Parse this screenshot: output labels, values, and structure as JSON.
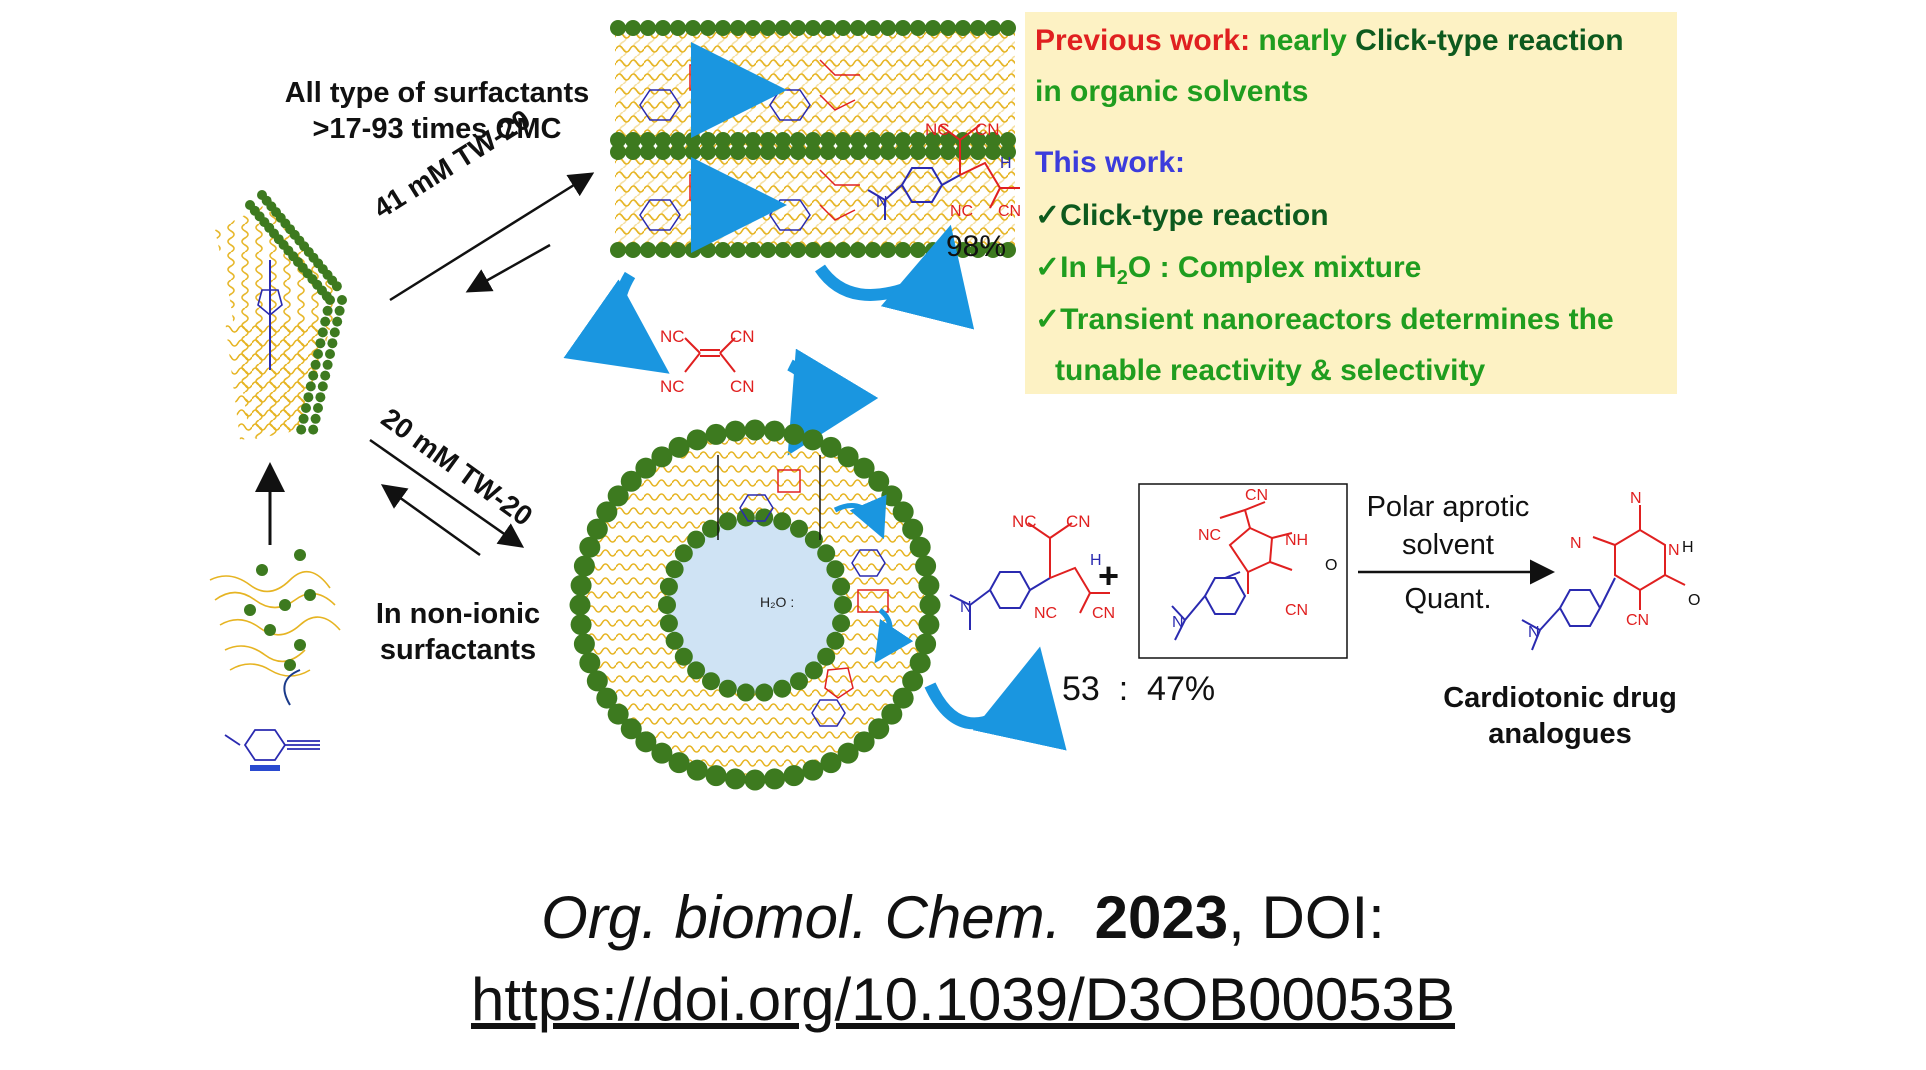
{
  "labels": {
    "surfactants_line1": "All type of surfactants",
    "surfactants_line2": ">17-93 times CMC",
    "tw20_upper": "41 mM TW-20",
    "tw20_lower": "20 mM TW-20",
    "nonionic_line1": "In non-ionic",
    "nonionic_line2": "surfactants",
    "yield_top": "98%",
    "ratio": "53  :  47%",
    "plus": "+",
    "conditions_line1": "Polar aprotic",
    "conditions_line2": "solvent",
    "conditions_line3": "Quant.",
    "drug_line1": "Cardiotonic drug",
    "drug_line2": "analogues",
    "water_label": "H₂O :"
  },
  "chem": {
    "nc": "NC",
    "cn": "CN",
    "nh": "NH",
    "n": "N",
    "o": "O",
    "h": "H"
  },
  "info_box": {
    "prev_label": "Previous work:",
    "prev_text1": "nearly",
    "prev_text2": "Click-type reaction",
    "prev_text3": "in organic solvents",
    "this_work": "This work:",
    "check1": "✓Click-type reaction",
    "check2_pre": "✓In H",
    "check2_sub": "2",
    "check2_post": "O : Complex mixture",
    "check3": "✓Transient nanoreactors determines the",
    "check3b": "tunable reactivity & selectivity"
  },
  "citation": {
    "journal": "Org. biomol. Chem.",
    "year": "2023",
    "doi_label": ",  DOI:",
    "doi_url": "https://doi.org/10.1039/D3OB00053B"
  },
  "colors": {
    "surfactant_green": "#3d7a1f",
    "tail_yellow": "#e6b422",
    "arrow_blue": "#1a96e0",
    "product_red": "#e02020",
    "aryl_blue": "#2a2ab0",
    "core_blue": "#cfe3f4",
    "info_bg": "#fdf2c4"
  }
}
